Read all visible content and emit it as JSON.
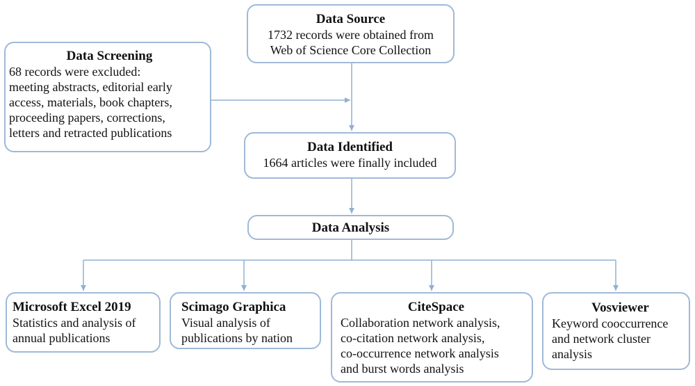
{
  "source": {
    "title": "Data Source",
    "lines": [
      "1732 records were obtained from",
      "Web of Science Core Collection"
    ]
  },
  "screening": {
    "title": "Data Screening",
    "lines": [
      "68 records were excluded:",
      "meeting abstracts, editorial early",
      "access, materials, book chapters,",
      "proceeding papers, corrections,",
      "letters and retracted publications"
    ]
  },
  "identified": {
    "title": "Data Identified",
    "lines": [
      "1664 articles were finally included"
    ]
  },
  "analysis": {
    "title": "Data Analysis"
  },
  "tools": [
    {
      "title": "Microsoft Excel 2019",
      "lines": [
        "Statistics and analysis of",
        "annual publications"
      ]
    },
    {
      "title": "Scimago Graphica",
      "lines": [
        "Visual analysis of",
        "publications by nation"
      ]
    },
    {
      "title": "CiteSpace",
      "lines": [
        "Collaboration network analysis,",
        "co-citation network analysis,",
        "co-occurrence network analysis",
        "and burst words analysis"
      ]
    },
    {
      "title": "Vosviewer",
      "lines": [
        "Keyword cooccurrence",
        "and network cluster",
        "analysis"
      ]
    }
  ],
  "colors": {
    "box_border": "#9fb9d7",
    "arrow": "#8fb0d6"
  }
}
